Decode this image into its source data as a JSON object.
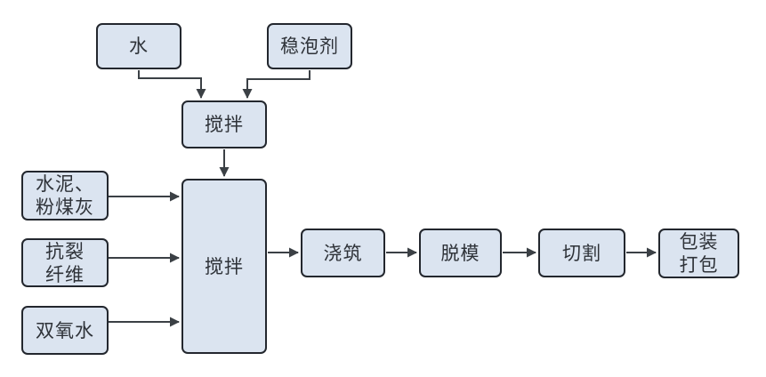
{
  "diagram": {
    "type": "flowchart",
    "colors": {
      "background": "#ffffff",
      "node_fill": "#dbe4f0",
      "node_border": "#23272e",
      "arrow": "#3b4045",
      "text": "#2e3238"
    },
    "nodes": {
      "water": {
        "label": "水"
      },
      "foam_stabilizer": {
        "label": "稳泡剂"
      },
      "mixing_top": {
        "label": "搅拌"
      },
      "mixing_main": {
        "label": "搅拌"
      },
      "cement_fly_ash": {
        "label": "水泥、\n粉煤灰"
      },
      "anti_crack_fiber": {
        "label": "抗裂\n纤维"
      },
      "hydrogen_peroxide": {
        "label": "双氧水"
      },
      "pouring": {
        "label": "浇筑"
      },
      "demolding": {
        "label": "脱模"
      },
      "cutting": {
        "label": "切割"
      },
      "packaging": {
        "label": "包装\n打包"
      }
    },
    "edges": [
      {
        "from": "water",
        "to": "mixing_top"
      },
      {
        "from": "foam_stabilizer",
        "to": "mixing_top"
      },
      {
        "from": "mixing_top",
        "to": "mixing_main"
      },
      {
        "from": "cement_fly_ash",
        "to": "mixing_main"
      },
      {
        "from": "anti_crack_fiber",
        "to": "mixing_main"
      },
      {
        "from": "hydrogen_peroxide",
        "to": "mixing_main"
      },
      {
        "from": "mixing_main",
        "to": "pouring"
      },
      {
        "from": "pouring",
        "to": "demolding"
      },
      {
        "from": "demolding",
        "to": "cutting"
      },
      {
        "from": "cutting",
        "to": "packaging"
      }
    ]
  }
}
